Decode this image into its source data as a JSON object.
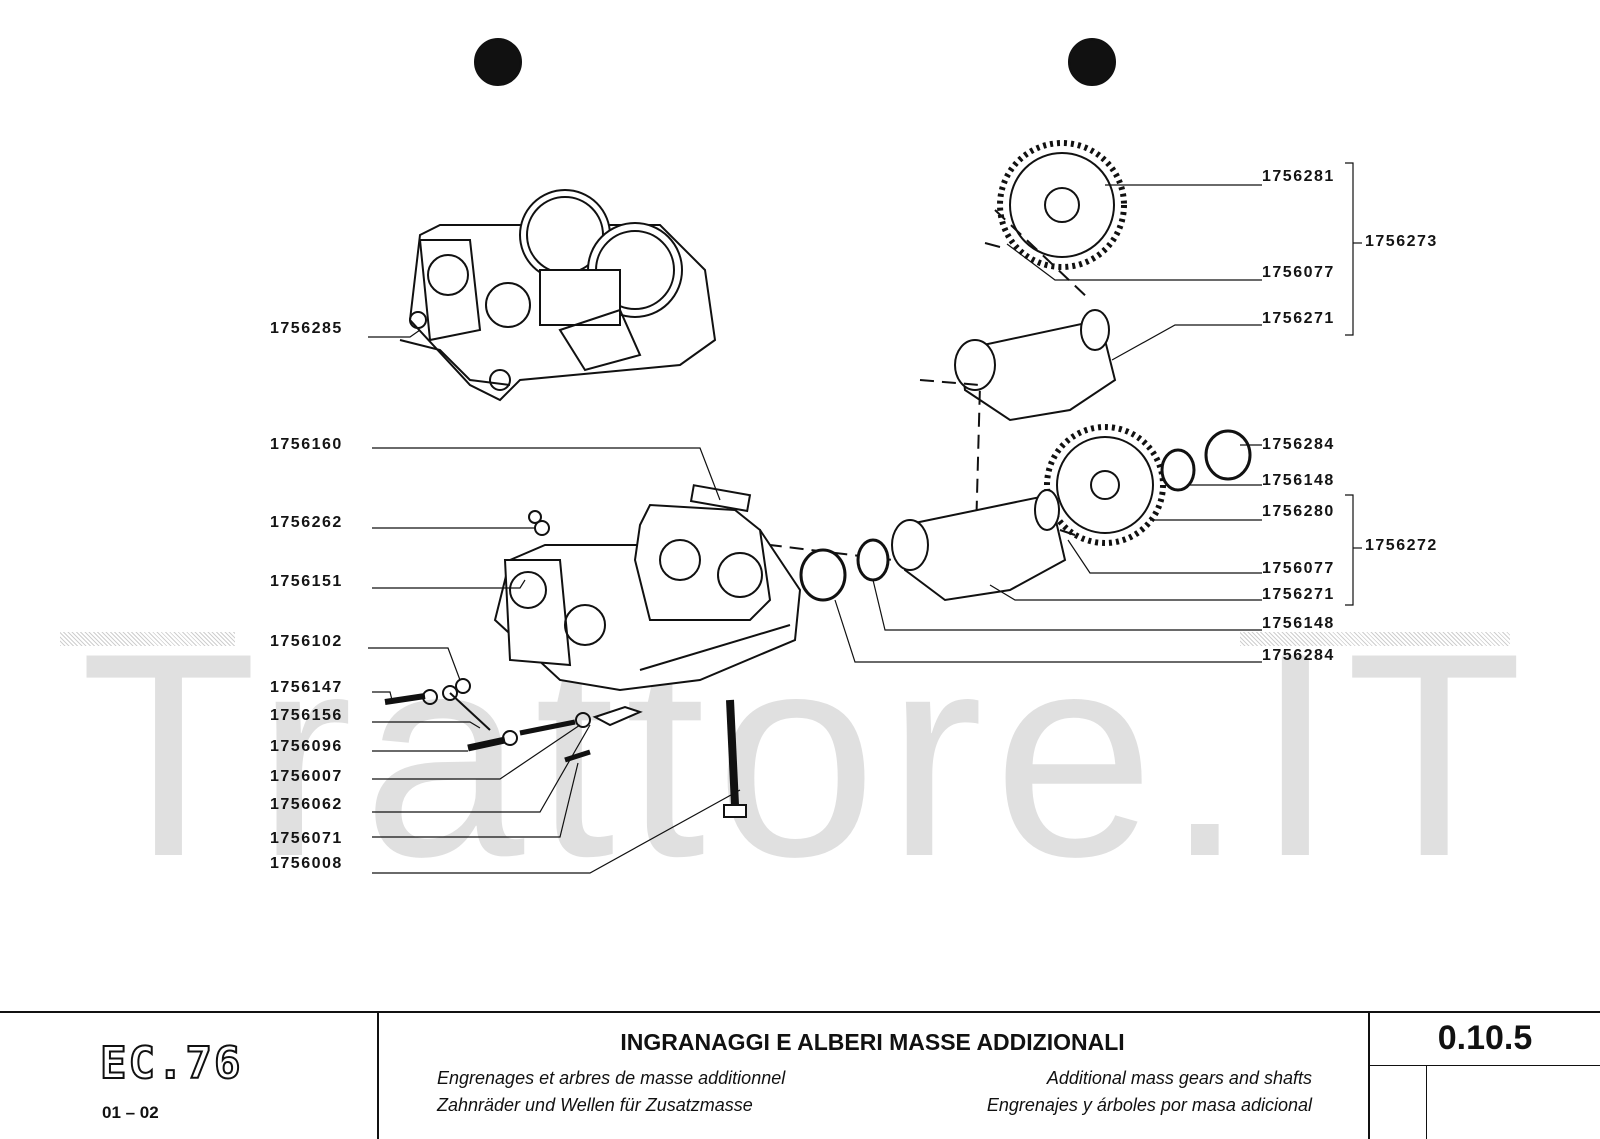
{
  "callouts": [
    {
      "id": "c1",
      "text": "1756281"
    },
    {
      "id": "c2",
      "text": "1756077"
    },
    {
      "id": "c3",
      "text": "1756271"
    },
    {
      "id": "c4",
      "text": "1756273"
    },
    {
      "id": "c5",
      "text": "1756285"
    },
    {
      "id": "c6",
      "text": "1756160"
    },
    {
      "id": "c7",
      "text": "1756262"
    },
    {
      "id": "c8",
      "text": "1756151"
    },
    {
      "id": "c9",
      "text": "1756102"
    },
    {
      "id": "c10",
      "text": "1756147"
    },
    {
      "id": "c11",
      "text": "1756156"
    },
    {
      "id": "c12",
      "text": "1756096"
    },
    {
      "id": "c13",
      "text": "1756007"
    },
    {
      "id": "c14",
      "text": "1756062"
    },
    {
      "id": "c15",
      "text": "1756071"
    },
    {
      "id": "c16",
      "text": "1756008"
    },
    {
      "id": "c17",
      "text": "1756284"
    },
    {
      "id": "c18",
      "text": "1756148"
    },
    {
      "id": "c19",
      "text": "1756280"
    },
    {
      "id": "c20",
      "text": "1756272"
    },
    {
      "id": "c21",
      "text": "1756077"
    },
    {
      "id": "c22",
      "text": "1756271"
    },
    {
      "id": "c23",
      "text": "1756148"
    },
    {
      "id": "c24",
      "text": "1756284"
    }
  ],
  "watermark": "Trattore.IT",
  "footer": {
    "logo": "EC.76",
    "revision": "01 – 02",
    "title": "INGRANAGGI E ALBERI MASSE ADDIZIONALI",
    "subtitle_fr": "Engrenages et arbres de masse additionnel",
    "subtitle_de": "Zahnräder und Wellen für Zusatzmasse",
    "subtitle_en": "Additional mass gears and shafts",
    "subtitle_es": "Engrenajes y árboles por masa adicional",
    "page_code": "0.10.5"
  }
}
